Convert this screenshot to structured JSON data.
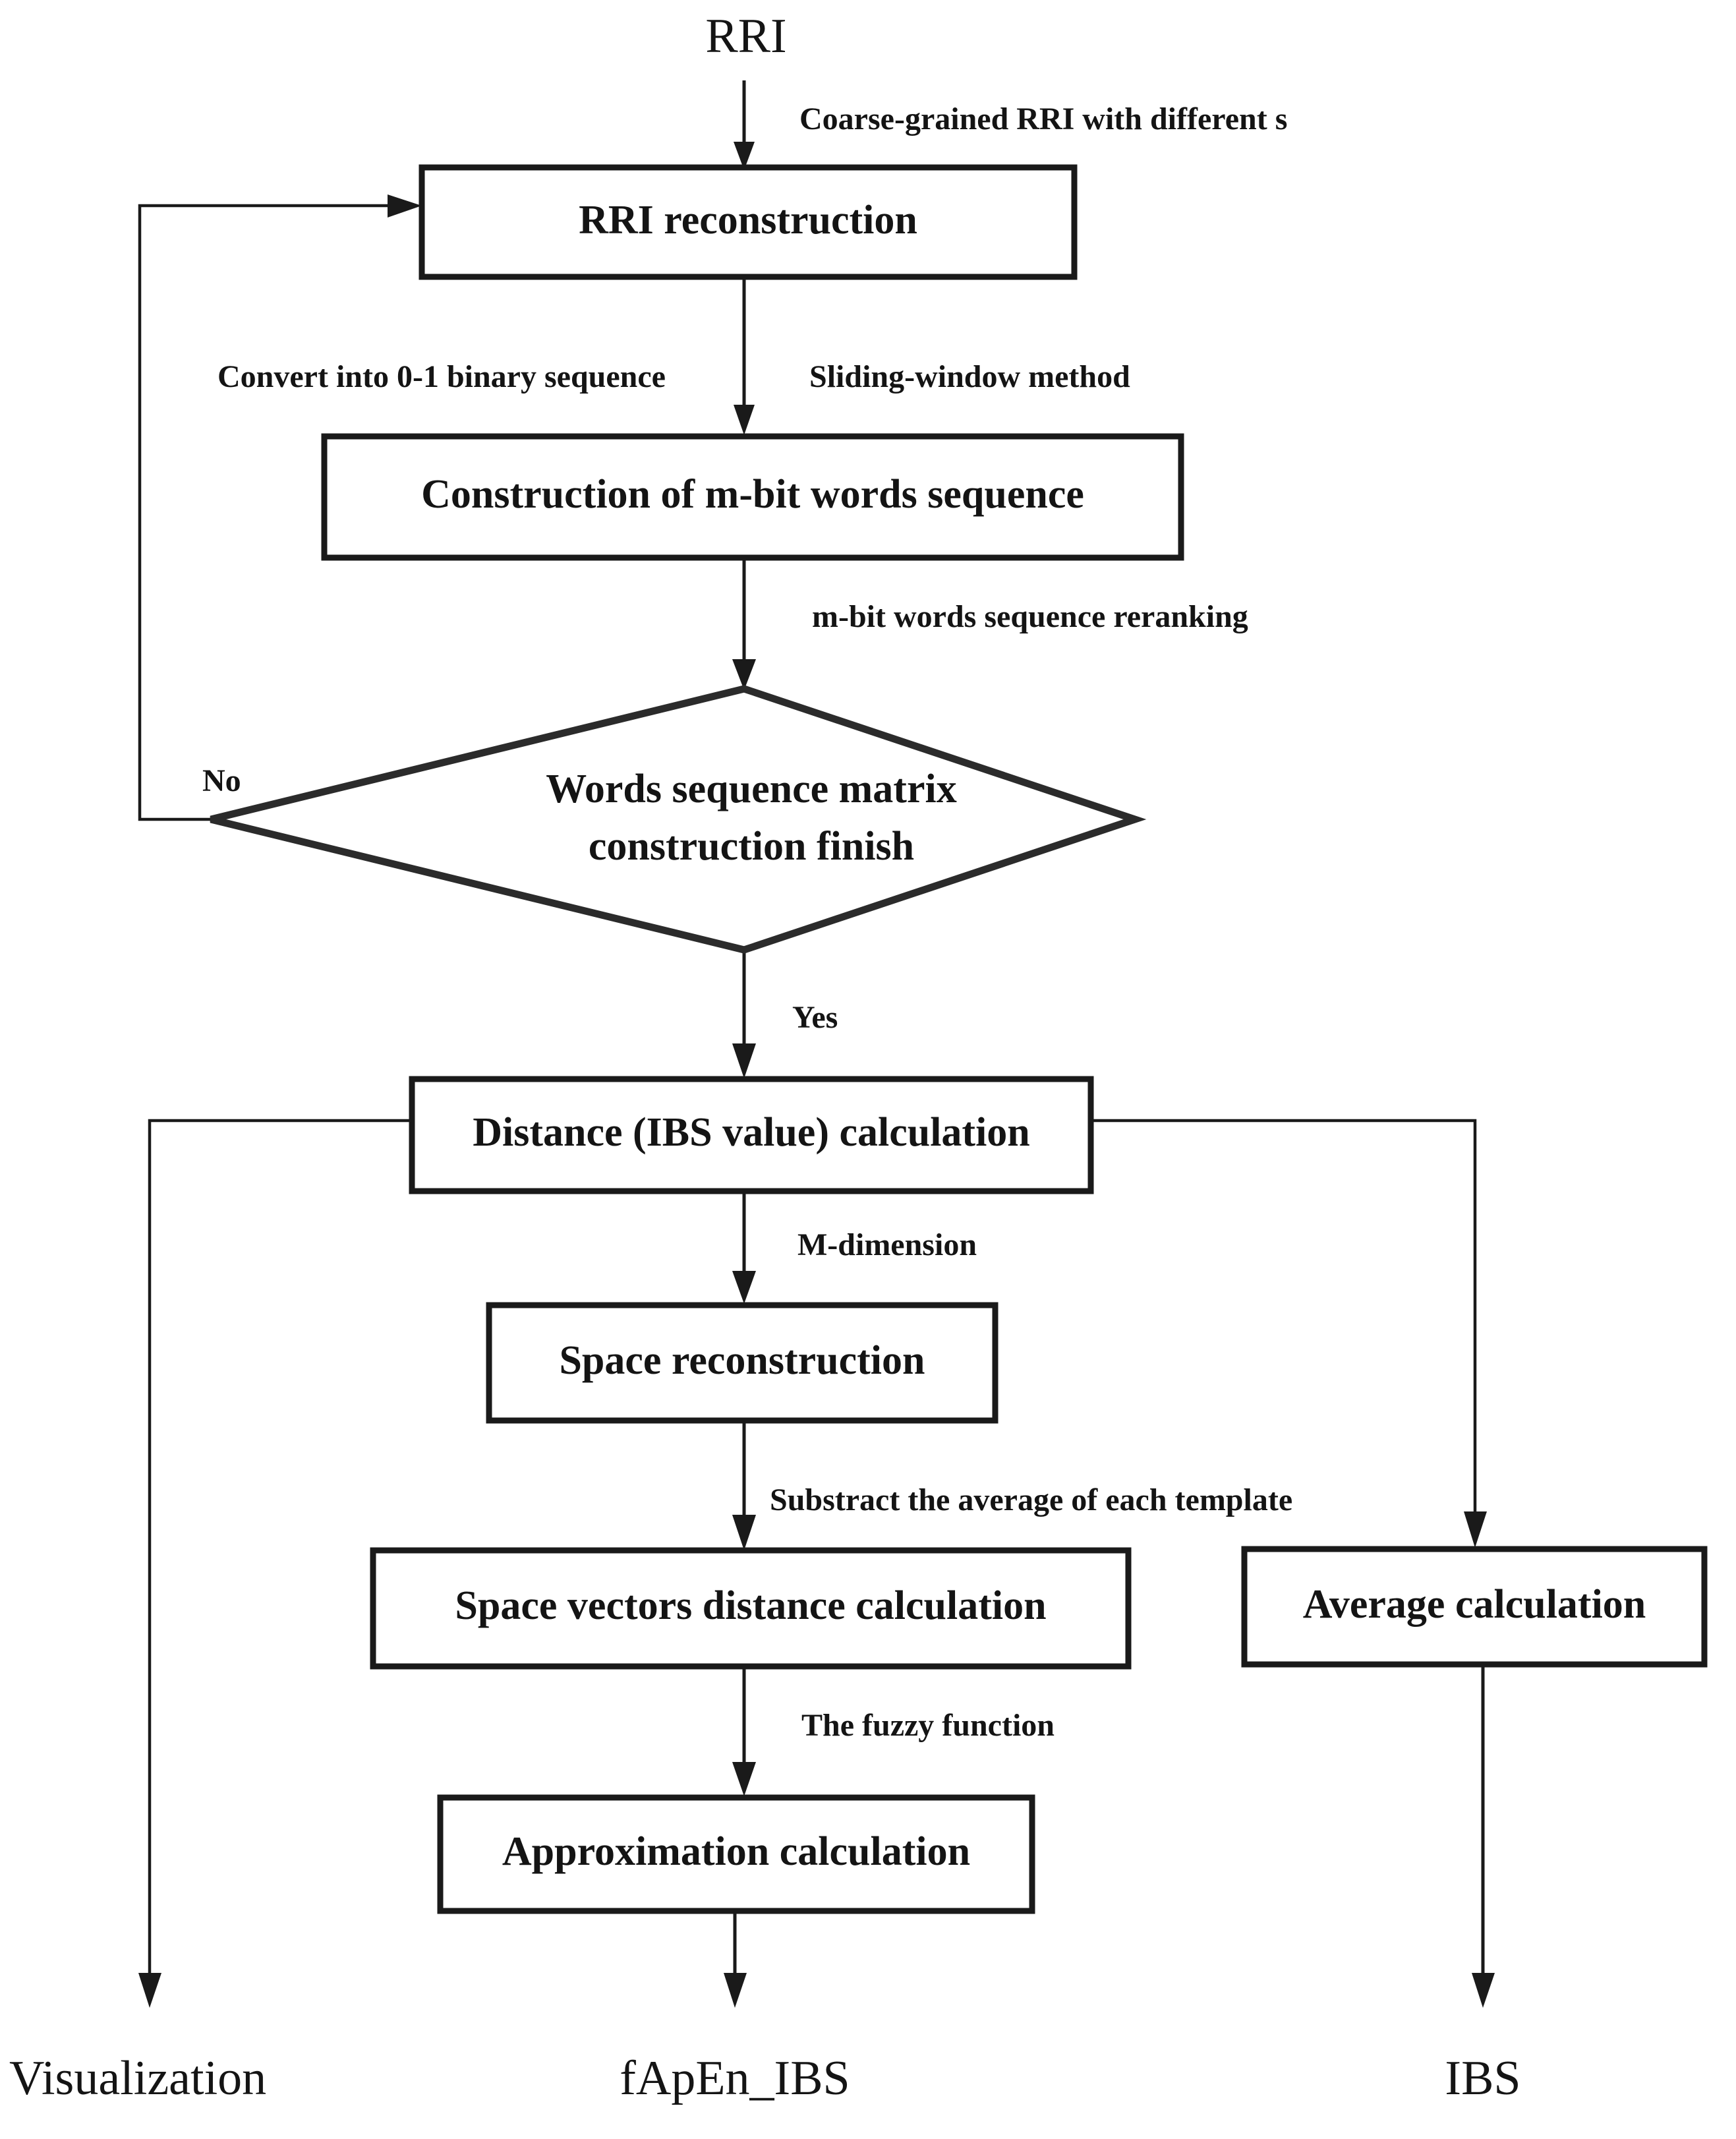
{
  "diagram": {
    "title_node": "RRI",
    "terminals": [
      {
        "id": "visualization",
        "label": "Visualization"
      },
      {
        "id": "fapen_ibs",
        "label": "fApEn_IBS"
      },
      {
        "id": "ibs",
        "label": "IBS"
      }
    ],
    "nodes": [
      {
        "id": "rri-reconstruction",
        "shape": "process",
        "label": "RRI reconstruction"
      },
      {
        "id": "m-bit-words-sequence",
        "shape": "process",
        "label": "Construction of m-bit words sequence"
      },
      {
        "id": "words-sequence-matrix-decision",
        "shape": "decision",
        "label_line1": "Words sequence matrix",
        "label_line2": "construction finish"
      },
      {
        "id": "distance-ibs-calculation",
        "shape": "process",
        "label": "Distance (IBS value) calculation"
      },
      {
        "id": "space-reconstruction",
        "shape": "process",
        "label": "Space reconstruction"
      },
      {
        "id": "space-vectors-distance-calculation",
        "shape": "process",
        "label": "Space vectors distance calculation"
      },
      {
        "id": "average-calculation",
        "shape": "process",
        "label": "Average calculation"
      },
      {
        "id": "approximation-calculation",
        "shape": "process",
        "label": "Approximation calculation"
      }
    ],
    "edge_labels": {
      "coarse_grained": "Coarse-grained RRI with different s",
      "convert_binary": "Convert into  0-1 binary sequence",
      "sliding_window": "Sliding-window method",
      "reranking": "m-bit words sequence reranking",
      "no": "No",
      "yes": "Yes",
      "m_dimension": "M-dimension",
      "substract_average": "Substract the average of each template",
      "fuzzy_function": "The fuzzy function"
    },
    "colors": {
      "stroke": "#1a1a1a",
      "diamond_stroke": "#2b2b2b",
      "fill": "#ffffff",
      "text": "#141414"
    }
  }
}
